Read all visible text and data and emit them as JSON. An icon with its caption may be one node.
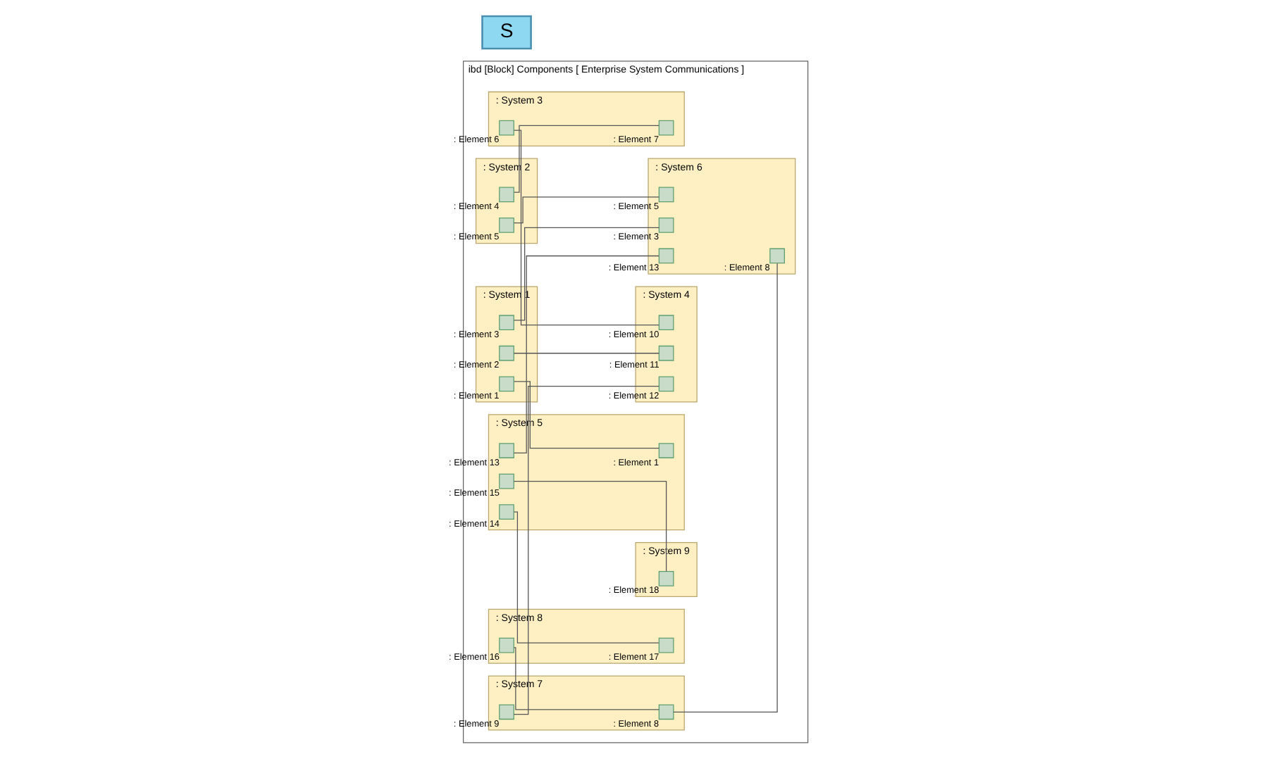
{
  "diagram": {
    "nodes": [
      {
        "text": [
          "ibd [Block] Components [ Enterprise System Communications ]"
        ]
      },
      {
        "text": [
          ": System 1"
        ],
        "in": 0
      },
      {
        "text": [],
        "shape": "box",
        "beside": [
          ": Element 1"
        ],
        "in": 1
      },
      {
        "text": [],
        "shape": "box",
        "beside": [
          ": Element 2"
        ],
        "in": 1
      },
      {
        "text": [],
        "shape": "box",
        "beside": [
          ": Element 3"
        ],
        "in": 1
      },
      {
        "text": [
          ": System 2"
        ],
        "in": 0
      },
      {
        "text": [],
        "shape": "box",
        "beside": [
          ": Element 5"
        ],
        "in": 5
      },
      {
        "text": [],
        "shape": "box",
        "beside": [
          ": Element 4"
        ],
        "in": 5
      },
      {
        "text": [
          ": System 3"
        ],
        "in": 0
      },
      {
        "text": [],
        "shape": "box",
        "beside": [
          ": Element 6"
        ],
        "in": 8
      },
      {
        "text": [],
        "shape": "box",
        "beside": [
          ": Element 7"
        ],
        "in": 8
      },
      {
        "text": [
          ": System 7"
        ],
        "in": 0
      },
      {
        "text": [],
        "shape": "box",
        "beside": [
          ": Element 8"
        ],
        "in": 11
      },
      {
        "text": [],
        "shape": "box",
        "beside": [
          ": Element 9"
        ],
        "in": 11
      },
      {
        "text": [
          ": System 4"
        ],
        "in": 0
      },
      {
        "text": [],
        "shape": "box",
        "beside": [
          ": Element 10"
        ],
        "in": 14
      },
      {
        "text": [],
        "shape": "box",
        "beside": [
          ": Element 11"
        ],
        "in": 14
      },
      {
        "text": [],
        "shape": "box",
        "beside": [
          ": Element 12"
        ],
        "in": 14
      },
      {
        "text": [
          ": System 6"
        ],
        "in": 0
      },
      {
        "text": [],
        "shape": "box",
        "beside": [
          ": Element 3"
        ],
        "in": 18
      },
      {
        "text": [],
        "shape": "box",
        "beside": [
          ": Element 13"
        ],
        "in": 18
      },
      {
        "text": [],
        "shape": "box",
        "beside": [
          ": Element 5"
        ],
        "in": 18
      },
      {
        "text": [],
        "shape": "box",
        "beside": [
          ": Element 8"
        ],
        "in": 18
      },
      {
        "text": [
          ": System 5"
        ],
        "in": 0
      },
      {
        "text": [],
        "shape": "box",
        "beside": [
          ": Element 13"
        ],
        "in": 23
      },
      {
        "text": [],
        "shape": "box",
        "beside": [
          ": Element 1"
        ],
        "in": 23
      },
      {
        "text": [],
        "shape": "box",
        "beside": [
          ": Element 14"
        ],
        "in": 23
      },
      {
        "text": [],
        "shape": "box",
        "beside": [
          ": Element 15"
        ],
        "in": 23
      },
      {
        "text": [
          ": System 8"
        ],
        "in": 0
      },
      {
        "text": [],
        "shape": "box",
        "beside": [
          ": Element 16"
        ],
        "in": 28
      },
      {
        "text": [],
        "shape": "box",
        "beside": [
          ": Element 17"
        ],
        "in": 28
      },
      {
        "text": [
          ": System 9"
        ],
        "in": 0
      },
      {
        "text": [],
        "shape": "box",
        "beside": [
          ": Element 18"
        ],
        "in": 31
      },
      {
        "text": [
          "S"
        ]
      }
    ],
    "edges": [
      {
        "from": 2,
        "to": 25,
        "arrow": "none"
      },
      {
        "from": 3,
        "to": 16,
        "arrow": "none"
      },
      {
        "from": 4,
        "to": 19,
        "arrow": "none"
      },
      {
        "from": 6,
        "to": 21,
        "arrow": "none"
      },
      {
        "from": 7,
        "to": 10,
        "arrow": "none"
      },
      {
        "from": 9,
        "to": 15,
        "arrow": "none"
      },
      {
        "from": 12,
        "to": 22,
        "arrow": "none"
      },
      {
        "from": 13,
        "to": 17,
        "arrow": "none"
      },
      {
        "from": 24,
        "to": 20,
        "arrow": "none"
      },
      {
        "from": 26,
        "to": 30,
        "arrow": "none"
      },
      {
        "from": 27,
        "to": 32,
        "arrow": "none"
      },
      {
        "from": 29,
        "to": 12,
        "arrow": "none"
      }
    ]
  }
}
